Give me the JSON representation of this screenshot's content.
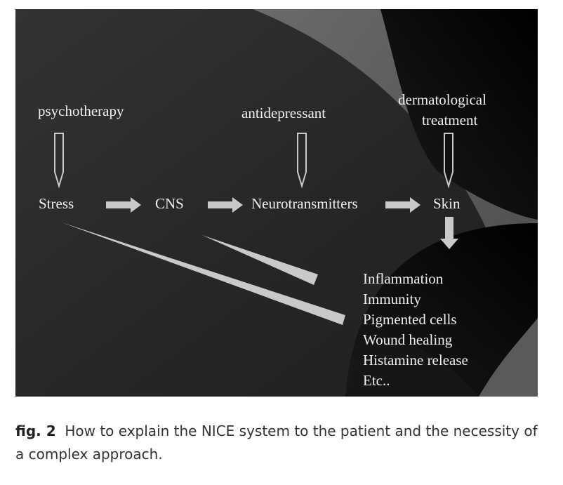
{
  "diagram": {
    "treatments": {
      "psychotherapy": "psychotherapy",
      "antidepressant": "antidepressant",
      "dermatological_line1": "dermatological",
      "dermatological_line2": "treatment"
    },
    "chain": {
      "stress": "Stress",
      "cns": "CNS",
      "neurotransmitters": "Neurotransmitters",
      "skin": "Skin"
    },
    "effects": [
      "Inflammation",
      "Immunity",
      "Pigmented cells",
      "Wound healing",
      "Histamine release",
      "Etc.."
    ],
    "colors": {
      "background_dark": "#1a1a1a",
      "background_light": "#5a5a5a",
      "arrow_fill": "#c9c9c9",
      "text": "#efefef"
    }
  },
  "caption": {
    "label": "fig. 2",
    "text": "How to explain the NICE system to the patient and the necessity of a complex approach."
  }
}
